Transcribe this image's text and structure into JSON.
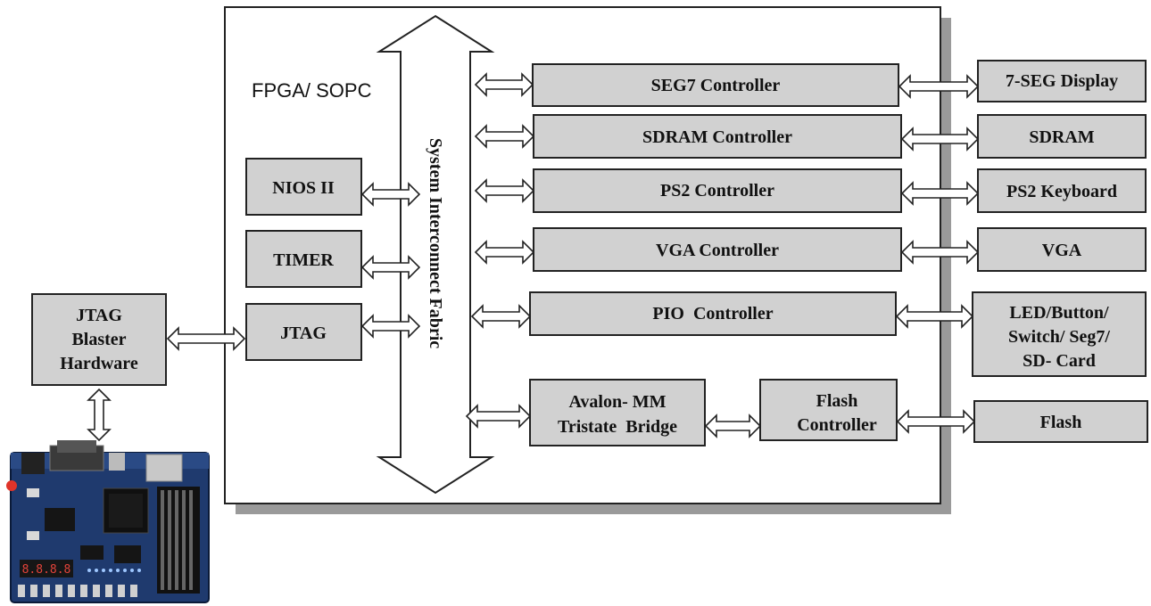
{
  "sopc_label": "FPGA/ SOPC",
  "bus_label": "System Interconnect Fabric",
  "left_modules": [
    {
      "label": "NIOS II"
    },
    {
      "label": "TIMER"
    },
    {
      "label": "JTAG"
    }
  ],
  "jtag_blaster": {
    "lines": [
      "JTAG",
      "Blaster",
      "Hardware"
    ]
  },
  "controllers": [
    {
      "lines": [
        "SEG7 Controller"
      ]
    },
    {
      "lines": [
        "SDRAM Controller"
      ]
    },
    {
      "lines": [
        "PS2 Controller"
      ]
    },
    {
      "lines": [
        "VGA Controller"
      ]
    },
    {
      "lines": [
        "PIO  Controller"
      ]
    }
  ],
  "bridge": {
    "lines": [
      "Avalon- MM",
      "Tristate  Bridge"
    ]
  },
  "flash_controller": {
    "lines": [
      "Flash",
      "Controller"
    ]
  },
  "devices": [
    {
      "lines": [
        "7-SEG Display"
      ]
    },
    {
      "lines": [
        "SDRAM"
      ]
    },
    {
      "lines": [
        "PS2 Keyboard"
      ]
    },
    {
      "lines": [
        "VGA"
      ]
    },
    {
      "lines": [
        "LED/Button/",
        "Switch/ Seg7/",
        "SD- Card"
      ]
    },
    {
      "lines": [
        "Flash"
      ]
    }
  ],
  "board_display_digits": "8.8.8.8"
}
